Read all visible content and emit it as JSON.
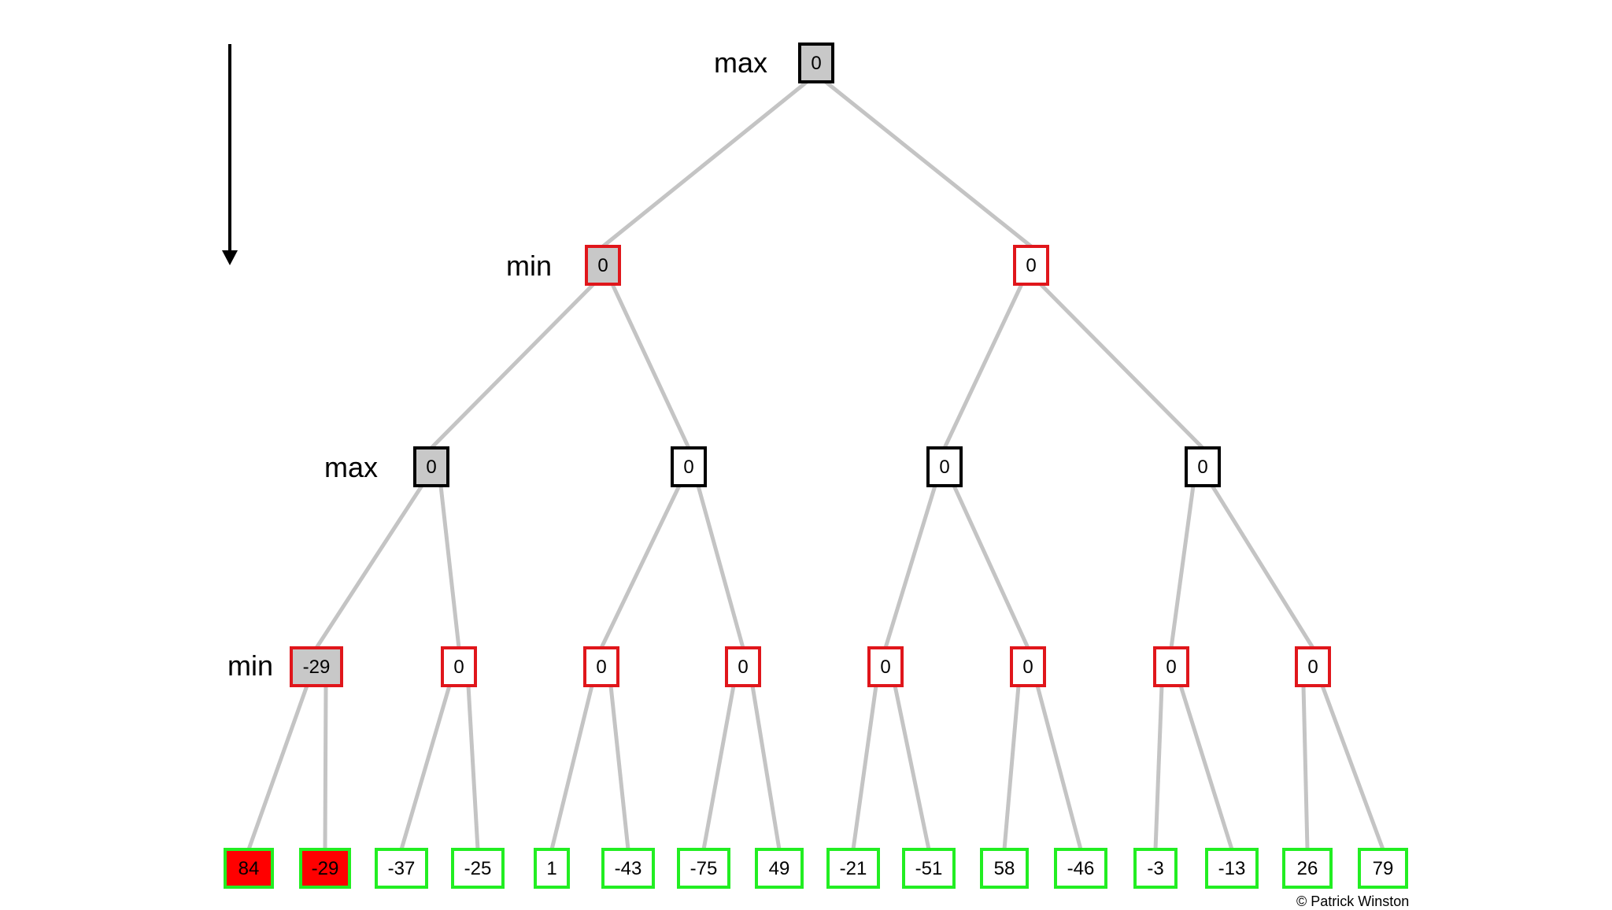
{
  "diagram": {
    "direction_arrow": "arrow-down",
    "level_labels": [
      "max",
      "min",
      "max",
      "min"
    ],
    "colors": {
      "edge": "#c4c4c4",
      "max_border": "#000000",
      "min_border": "#e0161b",
      "leaf_border": "#22ee22",
      "visited_fill": "#c8c8c8",
      "pruned_fill": "#ff0000",
      "default_fill": "#ffffff"
    },
    "levels": [
      [
        {
          "value": "0",
          "fill": "visited",
          "kind": "max"
        }
      ],
      [
        {
          "value": "0",
          "fill": "visited",
          "kind": "min"
        },
        {
          "value": "0",
          "fill": "default",
          "kind": "min"
        }
      ],
      [
        {
          "value": "0",
          "fill": "visited",
          "kind": "max"
        },
        {
          "value": "0",
          "fill": "default",
          "kind": "max"
        },
        {
          "value": "0",
          "fill": "default",
          "kind": "max"
        },
        {
          "value": "0",
          "fill": "default",
          "kind": "max"
        }
      ],
      [
        {
          "value": "-29",
          "fill": "visited",
          "kind": "min"
        },
        {
          "value": "0",
          "fill": "default",
          "kind": "min"
        },
        {
          "value": "0",
          "fill": "default",
          "kind": "min"
        },
        {
          "value": "0",
          "fill": "default",
          "kind": "min"
        },
        {
          "value": "0",
          "fill": "default",
          "kind": "min"
        },
        {
          "value": "0",
          "fill": "default",
          "kind": "min"
        },
        {
          "value": "0",
          "fill": "default",
          "kind": "min"
        },
        {
          "value": "0",
          "fill": "default",
          "kind": "min"
        }
      ],
      [
        {
          "value": "84",
          "fill": "pruned",
          "kind": "leaf"
        },
        {
          "value": "-29",
          "fill": "pruned",
          "kind": "leaf"
        },
        {
          "value": "-37",
          "fill": "default",
          "kind": "leaf"
        },
        {
          "value": "-25",
          "fill": "default",
          "kind": "leaf"
        },
        {
          "value": "1",
          "fill": "default",
          "kind": "leaf"
        },
        {
          "value": "-43",
          "fill": "default",
          "kind": "leaf"
        },
        {
          "value": "-75",
          "fill": "default",
          "kind": "leaf"
        },
        {
          "value": "49",
          "fill": "default",
          "kind": "leaf"
        },
        {
          "value": "-21",
          "fill": "default",
          "kind": "leaf"
        },
        {
          "value": "-51",
          "fill": "default",
          "kind": "leaf"
        },
        {
          "value": "58",
          "fill": "default",
          "kind": "leaf"
        },
        {
          "value": "-46",
          "fill": "default",
          "kind": "leaf"
        },
        {
          "value": "-3",
          "fill": "default",
          "kind": "leaf"
        },
        {
          "value": "-13",
          "fill": "default",
          "kind": "leaf"
        },
        {
          "value": "26",
          "fill": "default",
          "kind": "leaf"
        },
        {
          "value": "79",
          "fill": "default",
          "kind": "leaf"
        }
      ]
    ]
  },
  "copyright": "© Patrick Winston"
}
